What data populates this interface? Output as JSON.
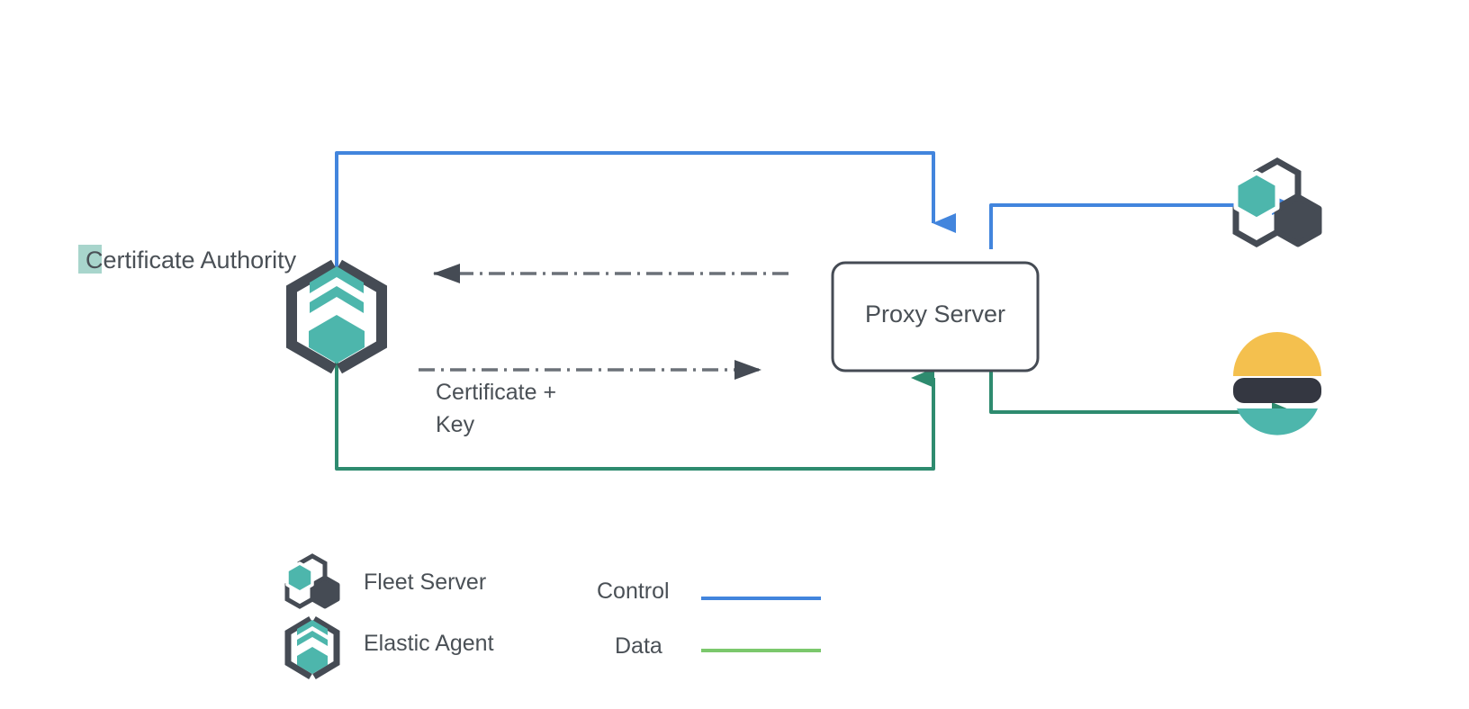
{
  "diagram": {
    "nodes": {
      "certificate_authority": {
        "label": "Certificate Authority",
        "icon": "elastic-agent-icon"
      },
      "proxy_server": {
        "label": "Proxy Server"
      },
      "fleet_server": {
        "icon": "fleet-server-icon"
      },
      "elasticsearch": {
        "icon": "elasticsearch-icon"
      }
    },
    "edges": {
      "certificate_key": {
        "label_line1": "Certificate +",
        "label_line2": "Key"
      }
    }
  },
  "legend": {
    "items": [
      {
        "label": "Fleet Server",
        "icon": "fleet-server-icon"
      },
      {
        "label": "Elastic Agent",
        "icon": "elastic-agent-icon"
      }
    ],
    "lines": [
      {
        "label": "Control",
        "color": "#4285dd"
      },
      {
        "label": "Data",
        "color": "#7bc86c"
      }
    ]
  },
  "colors": {
    "control_blue": "#4285dd",
    "data_green": "#2e8b6f",
    "legend_data_green": "#7bc86c",
    "teal": "#4db6ac",
    "dark_slate": "#454b54",
    "text": "#4a5056",
    "highlight": "#a8d5cc",
    "es_yellow": "#f4c04e",
    "es_dark": "#343741",
    "es_teal": "#4db6ac"
  }
}
